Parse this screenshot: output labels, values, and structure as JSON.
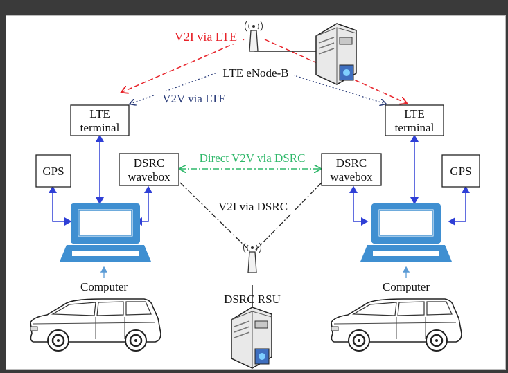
{
  "labels": {
    "v2i_lte": "V2I via LTE",
    "enodeb": "LTE eNode-B",
    "v2v_lte": "V2V via LTE",
    "lte_terminal_line1": "LTE",
    "lte_terminal_line2": "terminal",
    "gps": "GPS",
    "dsrc_line1": "DSRC",
    "dsrc_line2": "wavebox",
    "direct_v2v": "Direct V2V via DSRC",
    "v2i_dsrc": "V2I via DSRC",
    "computer": "Computer",
    "rsu": "DSRC RSU"
  },
  "colors": {
    "red_link": "#e8232a",
    "blue_dotted": "#2b3d7a",
    "green_link": "#2fb86a",
    "blue_arrow": "#2f3fd6",
    "laptop_blue": "#3f8fd1",
    "light_arrow": "#5b9bd5"
  },
  "icons": [
    "antenna-icon",
    "server-icon",
    "laptop-icon",
    "car-icon"
  ]
}
